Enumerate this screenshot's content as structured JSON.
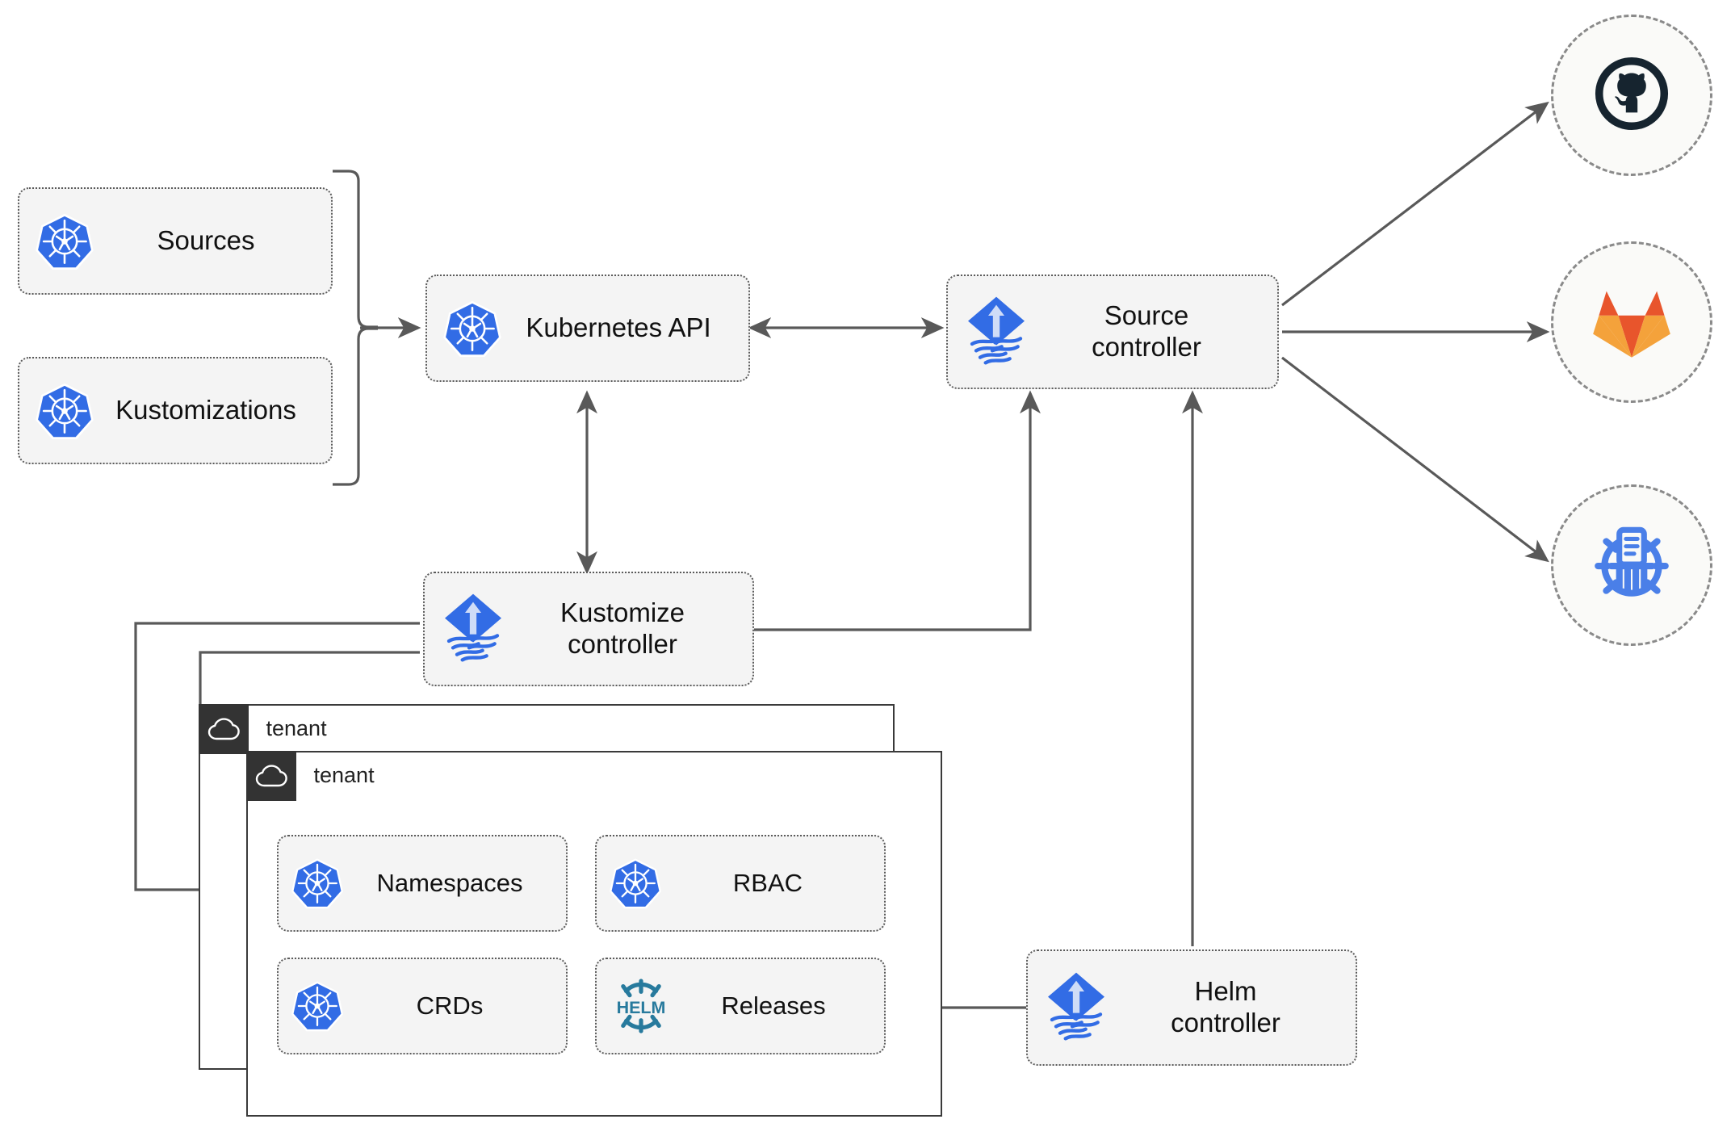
{
  "diagram": {
    "title": "Flux GitOps multi-tenancy architecture",
    "colors": {
      "node_fill": "#f4f4f4",
      "node_border": "#5a5a5a",
      "arrow": "#595959",
      "kubernetes_blue": "#326ce5",
      "flux_blue": "#326ce5",
      "helm_teal": "#277a9d",
      "github_dark": "#16242f",
      "gitlab_orange": "#e8552c",
      "gitlab_amber": "#f4a23b",
      "tenant_header": "#333333",
      "circle_border": "#8a8a8a"
    }
  },
  "nodes": {
    "sources": {
      "label": "Sources",
      "icon": "kubernetes-icon"
    },
    "kustomizations": {
      "label": "Kustomizations",
      "icon": "kubernetes-icon"
    },
    "kubernetes_api": {
      "label": "Kubernetes API",
      "icon": "kubernetes-icon"
    },
    "source_controller": {
      "label_line1": "Source",
      "label_line2": "controller",
      "icon": "flux-icon"
    },
    "kustomize_controller": {
      "label_line1": "Kustomize",
      "label_line2": "controller",
      "icon": "flux-icon"
    },
    "helm_controller": {
      "label_line1": "Helm",
      "label_line2": "controller",
      "icon": "flux-icon"
    },
    "namespaces": {
      "label": "Namespaces",
      "icon": "kubernetes-icon"
    },
    "rbac": {
      "label": "RBAC",
      "icon": "kubernetes-icon"
    },
    "crds": {
      "label": "CRDs",
      "icon": "kubernetes-icon"
    },
    "releases": {
      "label": "Releases",
      "icon": "helm-icon"
    }
  },
  "tenants": [
    {
      "name": "tenant",
      "icon": "cloud-icon"
    },
    {
      "name": "tenant",
      "icon": "cloud-icon"
    }
  ],
  "providers": [
    {
      "name": "github",
      "icon": "github-icon"
    },
    {
      "name": "gitlab",
      "icon": "gitlab-icon"
    },
    {
      "name": "helm-registry",
      "icon": "helm-registry-icon"
    }
  ]
}
